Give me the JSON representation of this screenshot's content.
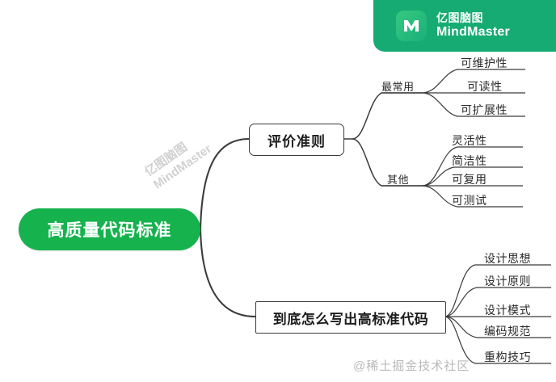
{
  "banner": {
    "logo_icon": "mindmaster-logo-icon",
    "brand_cn": "亿图脑图",
    "brand_en": "MindMaster",
    "background_color": "#16ab72"
  },
  "mindmap": {
    "root": {
      "label": "高质量代码标准",
      "color": "#16b24e",
      "text_color": "#ffffff"
    },
    "branches": [
      {
        "label": "评价准则",
        "shape": "rounded-rect",
        "subtopics": [
          {
            "label": "最常用",
            "leaves": [
              "可维护性",
              "可读性",
              "可扩展性"
            ]
          },
          {
            "label": "其他",
            "leaves": [
              "灵活性",
              "简洁性",
              "可复用",
              "可测试"
            ]
          }
        ]
      },
      {
        "label": "到底怎么写出高标准代码",
        "shape": "rect",
        "subtopics": [
          {
            "label": "",
            "leaves": [
              "设计思想",
              "设计原则",
              "设计模式",
              "编码规范",
              "重构技巧"
            ]
          }
        ]
      }
    ],
    "line_color": "#3b3b3b"
  },
  "watermarks": {
    "diagonal_line1": "亿图脑图",
    "diagonal_line2": "MindMaster",
    "bottom_right": "@稀土掘金技术社区"
  }
}
